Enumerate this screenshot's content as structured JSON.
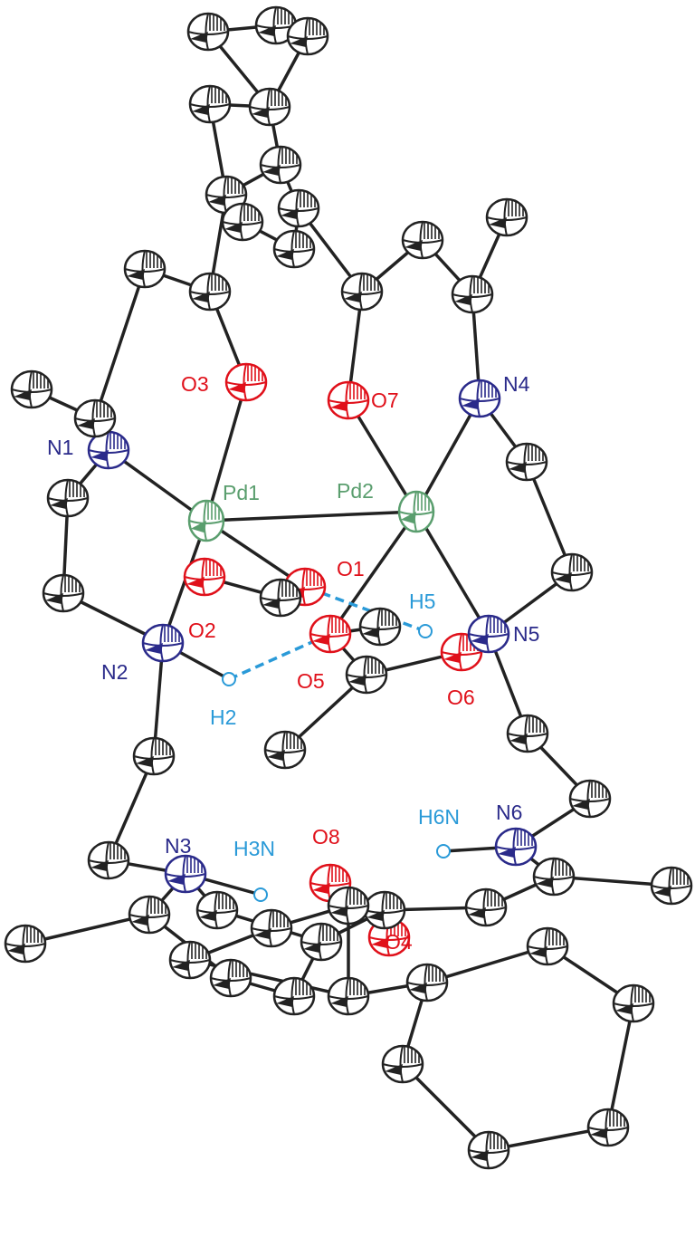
{
  "title": "Dinuclear Pd complex thermal ellipsoid structure",
  "colors": {
    "carbon": "#222222",
    "oxygen": "#e0101a",
    "nitrogen": "#2a2a8a",
    "palladium": "#5a9e6e",
    "hydrogen": "#2a9ad8"
  },
  "labels": {
    "pd1": "Pd1",
    "pd2": "Pd2",
    "o1": "O1",
    "o2": "O2",
    "o3": "O3",
    "o4": "O4",
    "o5": "O5",
    "o6": "O6",
    "o7": "O7",
    "o8": "O8",
    "n1": "N1",
    "n2": "N2",
    "n3": "N3",
    "n4": "N4",
    "n5": "N5",
    "n6": "N6",
    "h2": "H2",
    "h5": "H5",
    "h3n": "H3N",
    "h6n": "H6N"
  }
}
